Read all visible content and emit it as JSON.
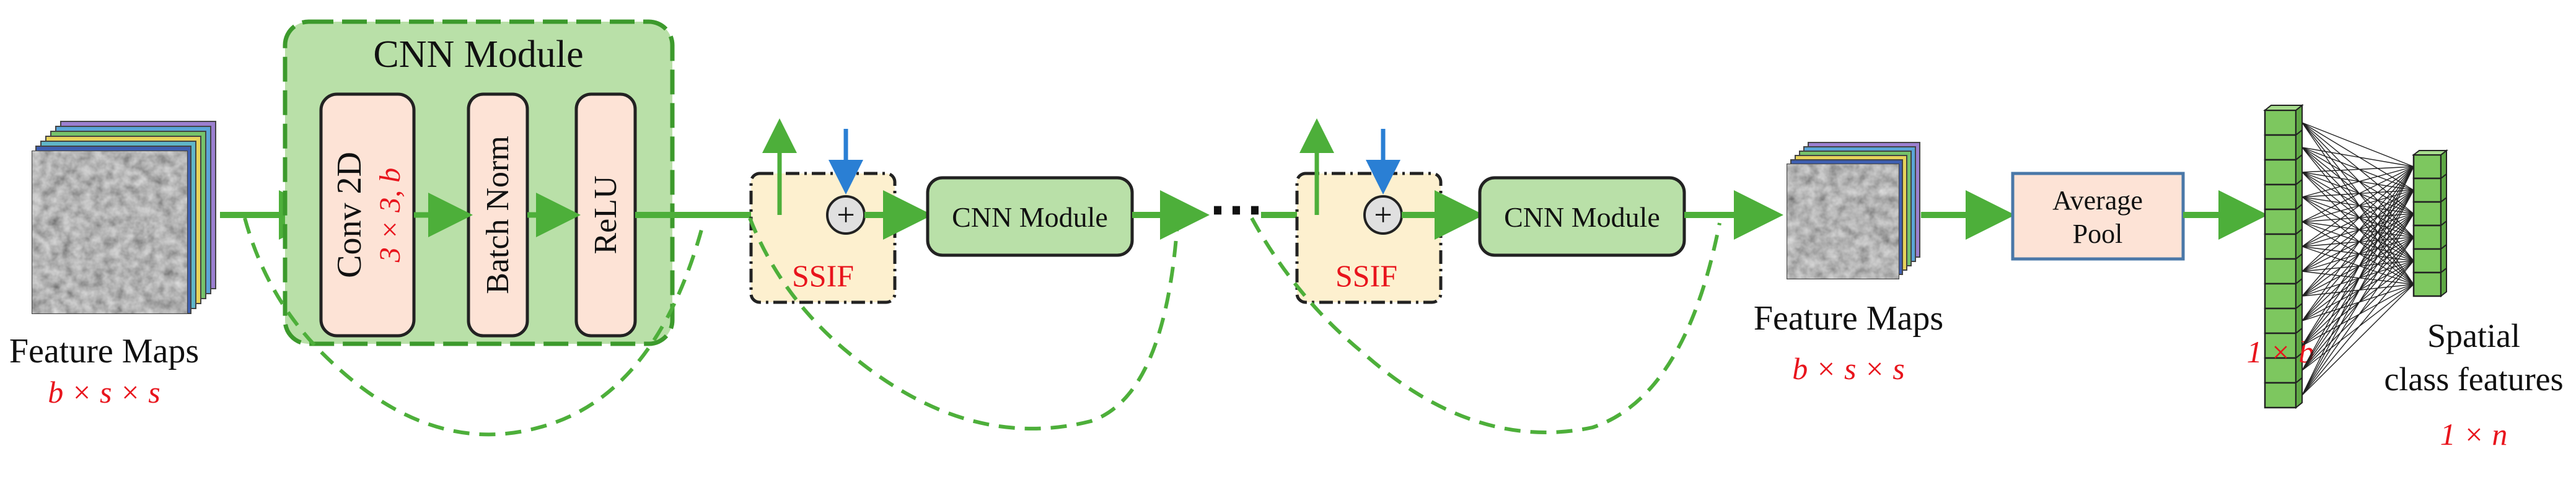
{
  "colors": {
    "arrow": "#4daf3a",
    "module_fill": "#b9e0a8",
    "module_stroke": "#3c9a2c",
    "layer_fill": "#fde3d6",
    "layer_stroke": "#222222",
    "ssif_fill": "#fdf0cf",
    "ssif_border": "#222222",
    "red": "#e8141c",
    "blue": "#2a7fd4",
    "pool_fill": "#fde3d6",
    "pool_stroke": "#4a78a8",
    "vector_fill": "#7dc75f",
    "line": "#222222"
  },
  "input": {
    "label": "Feature Maps",
    "dims": "b × s × s"
  },
  "cnn_module": {
    "title": "CNN Module",
    "layers": [
      {
        "label": "Conv 2D",
        "param": "3 × 3, b"
      },
      {
        "label": "Batch Norm"
      },
      {
        "label": "ReLU"
      }
    ]
  },
  "ssif": [
    {
      "label": "SSIF",
      "operator": "+"
    },
    {
      "label": "SSIF",
      "operator": "+"
    }
  ],
  "modules": [
    {
      "label": "CNN Module"
    },
    {
      "label": "CNN Module"
    }
  ],
  "ellipsis": "⋯",
  "output_maps": {
    "label": "Feature Maps",
    "dims": "b × s × s"
  },
  "pool": {
    "line1": "Average",
    "line2": "Pool"
  },
  "vector_b": {
    "dims": "1 × b"
  },
  "vector_n": {
    "label_line1": "Spatial",
    "label_line2": "class features",
    "dims": "1 × n"
  }
}
